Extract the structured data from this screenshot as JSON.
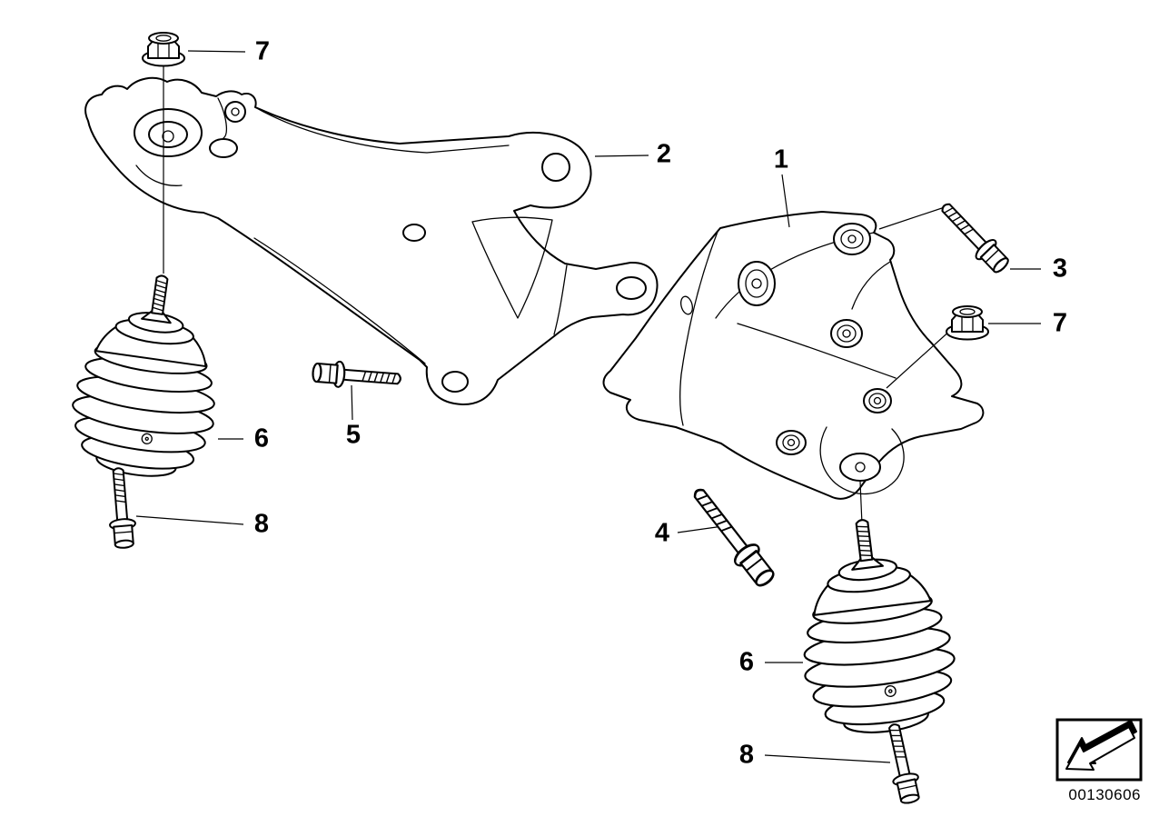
{
  "diagram": {
    "part_number": "00130606",
    "callouts": {
      "c1": "1",
      "c2": "2",
      "c3": "3",
      "c4": "4",
      "c5": "5",
      "c6a": "6",
      "c6b": "6",
      "c7a": "7",
      "c7b": "7",
      "c8a": "8",
      "c8b": "8"
    },
    "corner_icon": "direction-arrow"
  }
}
